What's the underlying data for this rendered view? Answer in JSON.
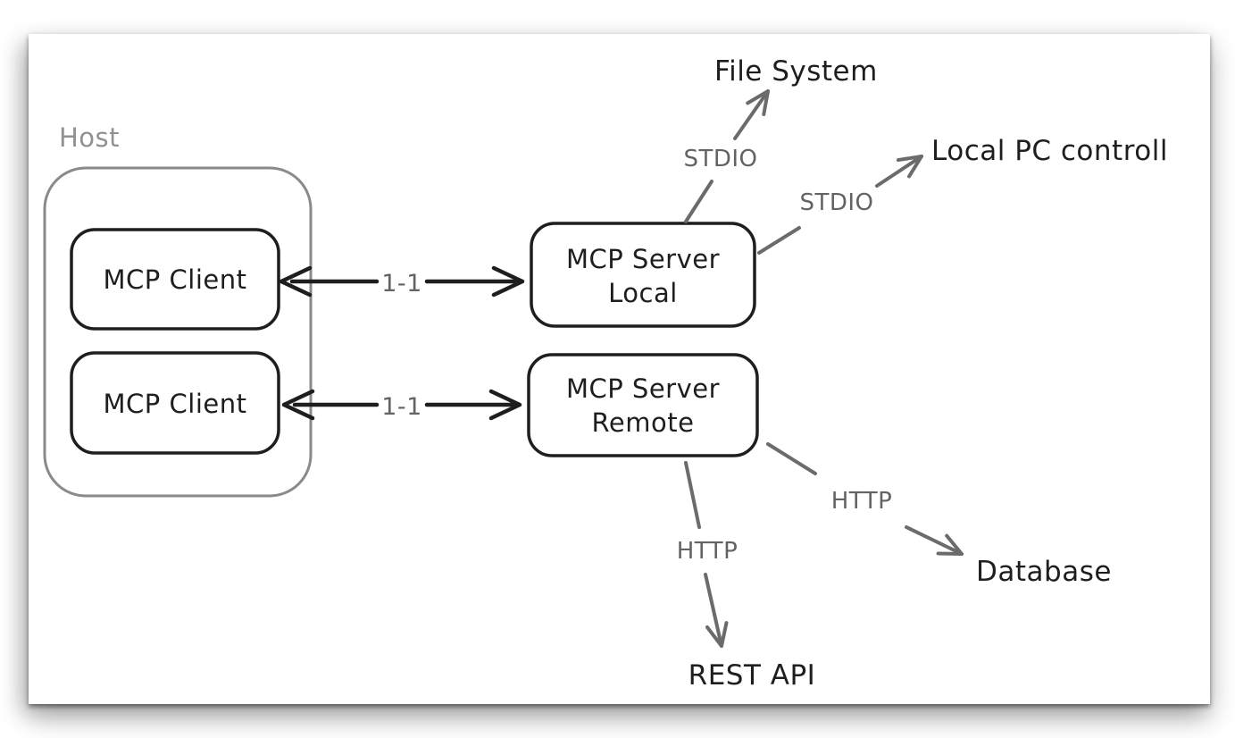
{
  "colors": {
    "ink": "#1e1e1e",
    "green_fill": "#b2f2bb",
    "blue_fill": "#a5d8ff",
    "host_stroke": "#8a8a8a",
    "host_label_gray": "#919191",
    "arrow_gray": "#6b6b6b",
    "label_gray": "#636363"
  },
  "host": {
    "label": "Host"
  },
  "nodes": {
    "client_top": {
      "label": "MCP Client"
    },
    "client_bottom": {
      "label": "MCP Client"
    },
    "server_local": {
      "line1": "MCP Server",
      "line2": "Local"
    },
    "server_remote": {
      "line1": "MCP Server",
      "line2": "Remote"
    }
  },
  "links": {
    "client_server_top": {
      "label": "1-1"
    },
    "client_server_bottom": {
      "label": "1-1"
    },
    "stdio_file_system": {
      "label": "STDIO"
    },
    "stdio_local_pc": {
      "label": "STDIO"
    },
    "http_rest_api": {
      "label": "HTTP"
    },
    "http_database": {
      "label": "HTTP"
    }
  },
  "endpoints": {
    "file_system": {
      "label": "File System"
    },
    "local_pc": {
      "label": "Local PC controll"
    },
    "rest_api": {
      "label": "REST API"
    },
    "database": {
      "label": "Database"
    }
  }
}
